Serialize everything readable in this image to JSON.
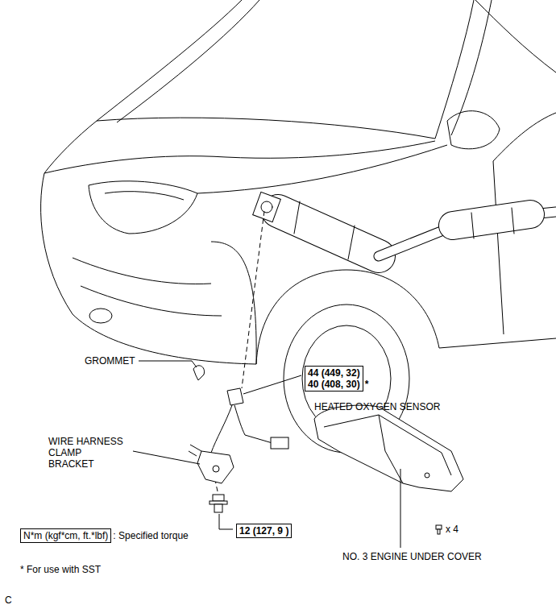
{
  "diagram": {
    "nodes": [
      {
        "text": [
          "44 (449, 32)",
          "40 (408, 30)"
        ]
      },
      {
        "text": [
          "12 (127, 9 )"
        ]
      },
      {
        "text": [
          "N*m (kgf*cm, ft.*lbf)"
        ]
      }
    ],
    "labels": [
      "GROMMET",
      "*",
      "HEATED OXYGEN SENSOR",
      "WIRE HARNESS CLAMP BRACKET",
      "NO. 3 ENGINE UNDER COVER",
      "x 4",
      ": Specified torque",
      "* For use with SST",
      "C"
    ]
  }
}
